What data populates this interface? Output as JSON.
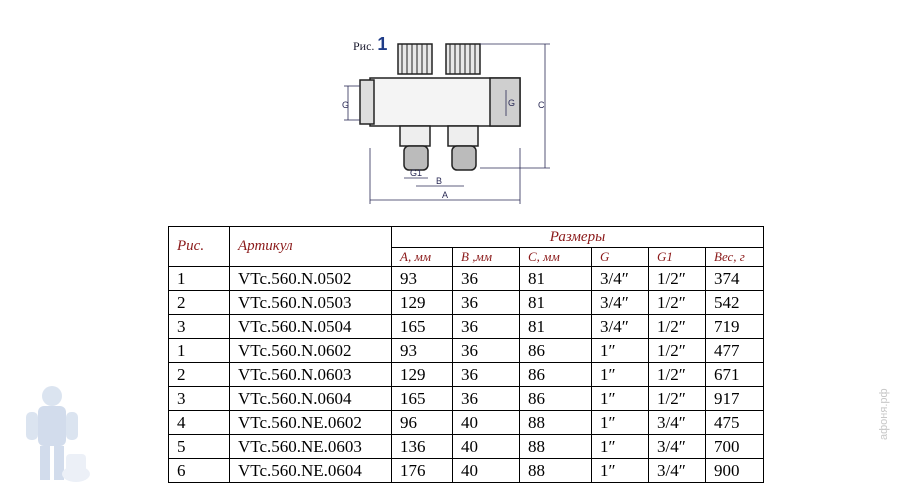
{
  "figure": {
    "label_prefix": "Рис.",
    "label_number": "1",
    "dim_labels": {
      "g_left": "G",
      "g_right": "G",
      "c": "C",
      "g1": "G1",
      "b": "B",
      "a": "A"
    }
  },
  "table": {
    "headers": {
      "fig": "Рис.",
      "article": "Артикул",
      "sizes": "Размеры",
      "a": "A, мм",
      "b": "B ,мм",
      "c": "C, мм",
      "g": "G",
      "g1": "G1",
      "weight": "Вес, г"
    },
    "rows": [
      {
        "fig": "1",
        "article": "VTc.560.N.0502",
        "a": "93",
        "b": "36",
        "c": "81",
        "g": "3/4″",
        "g1": "1/2″",
        "weight": "374"
      },
      {
        "fig": "2",
        "article": "VTc.560.N.0503",
        "a": "129",
        "b": "36",
        "c": "81",
        "g": "3/4″",
        "g1": "1/2″",
        "weight": "542"
      },
      {
        "fig": "3",
        "article": "VTc.560.N.0504",
        "a": "165",
        "b": "36",
        "c": "81",
        "g": "3/4″",
        "g1": "1/2″",
        "weight": "719"
      },
      {
        "fig": "1",
        "article": "VTc.560.N.0602",
        "a": "93",
        "b": "36",
        "c": "86",
        "g": "1″",
        "g1": "1/2″",
        "weight": "477"
      },
      {
        "fig": "2",
        "article": "VTc.560.N.0603",
        "a": "129",
        "b": "36",
        "c": "86",
        "g": "1″",
        "g1": "1/2″",
        "weight": "671"
      },
      {
        "fig": "3",
        "article": "VTc.560.N.0604",
        "a": "165",
        "b": "36",
        "c": "86",
        "g": "1″",
        "g1": "1/2″",
        "weight": "917"
      },
      {
        "fig": "4",
        "article": "VTc.560.NE.0602",
        "a": "96",
        "b": "40",
        "c": "88",
        "g": "1″",
        "g1": "3/4″",
        "weight": "475"
      },
      {
        "fig": "5",
        "article": "VTc.560.NE.0603",
        "a": "136",
        "b": "40",
        "c": "88",
        "g": "1″",
        "g1": "3/4″",
        "weight": "700"
      },
      {
        "fig": "6",
        "article": "VTc.560.NE.0604",
        "a": "176",
        "b": "40",
        "c": "88",
        "g": "1″",
        "g1": "3/4″",
        "weight": "900"
      }
    ]
  },
  "watermark": "афоня.рф",
  "colors": {
    "header_text": "#8b1a1a",
    "figure_number": "#1f3c88",
    "drawing_lines": "#2a2a55"
  }
}
